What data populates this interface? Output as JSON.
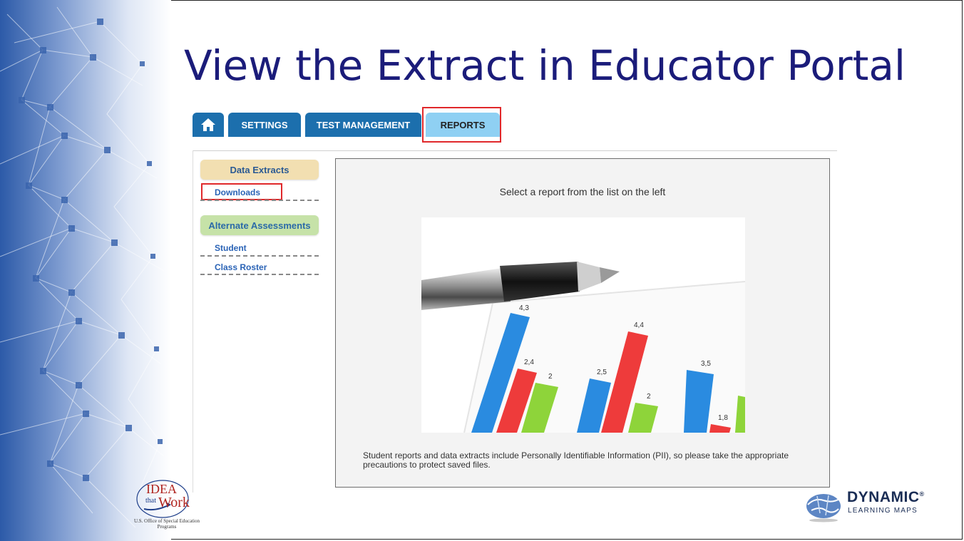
{
  "slide": {
    "title": "View the Extract in Educator Portal"
  },
  "nav": {
    "tabs": [
      {
        "label": "",
        "icon": "home-icon"
      },
      {
        "label": "SETTINGS"
      },
      {
        "label": "TEST MANAGEMENT"
      },
      {
        "label": "REPORTS",
        "active": true
      }
    ]
  },
  "sidebar": {
    "sections": [
      {
        "header": "Data Extracts",
        "items": [
          "Downloads"
        ]
      },
      {
        "header": "Alternate Assessments",
        "items": [
          "Student",
          "Class Roster"
        ]
      }
    ]
  },
  "main": {
    "prompt": "Select a report from the list on the left",
    "note": "Student reports and data extracts include Personally Identifiable Information (PII), so please take the appropriate precautions to protect saved files.",
    "photo_labels": [
      "4,3",
      "2,4",
      "2",
      "2,5",
      "4,4",
      "2",
      "3,5",
      "1,8"
    ]
  },
  "logos": {
    "idea_top": "IDEA",
    "idea_that": "that",
    "idea_work": "Work",
    "idea_sub": "U.S. Office of Special Education Programs",
    "dlm_name": "DYNAMIC",
    "dlm_reg": "®",
    "dlm_sub": "LEARNING MAPS"
  },
  "colors": {
    "title": "#1b1c7a",
    "tab_blue": "#1c6fad",
    "tab_active": "#8fd0f3",
    "highlight_red": "#e0282b"
  }
}
